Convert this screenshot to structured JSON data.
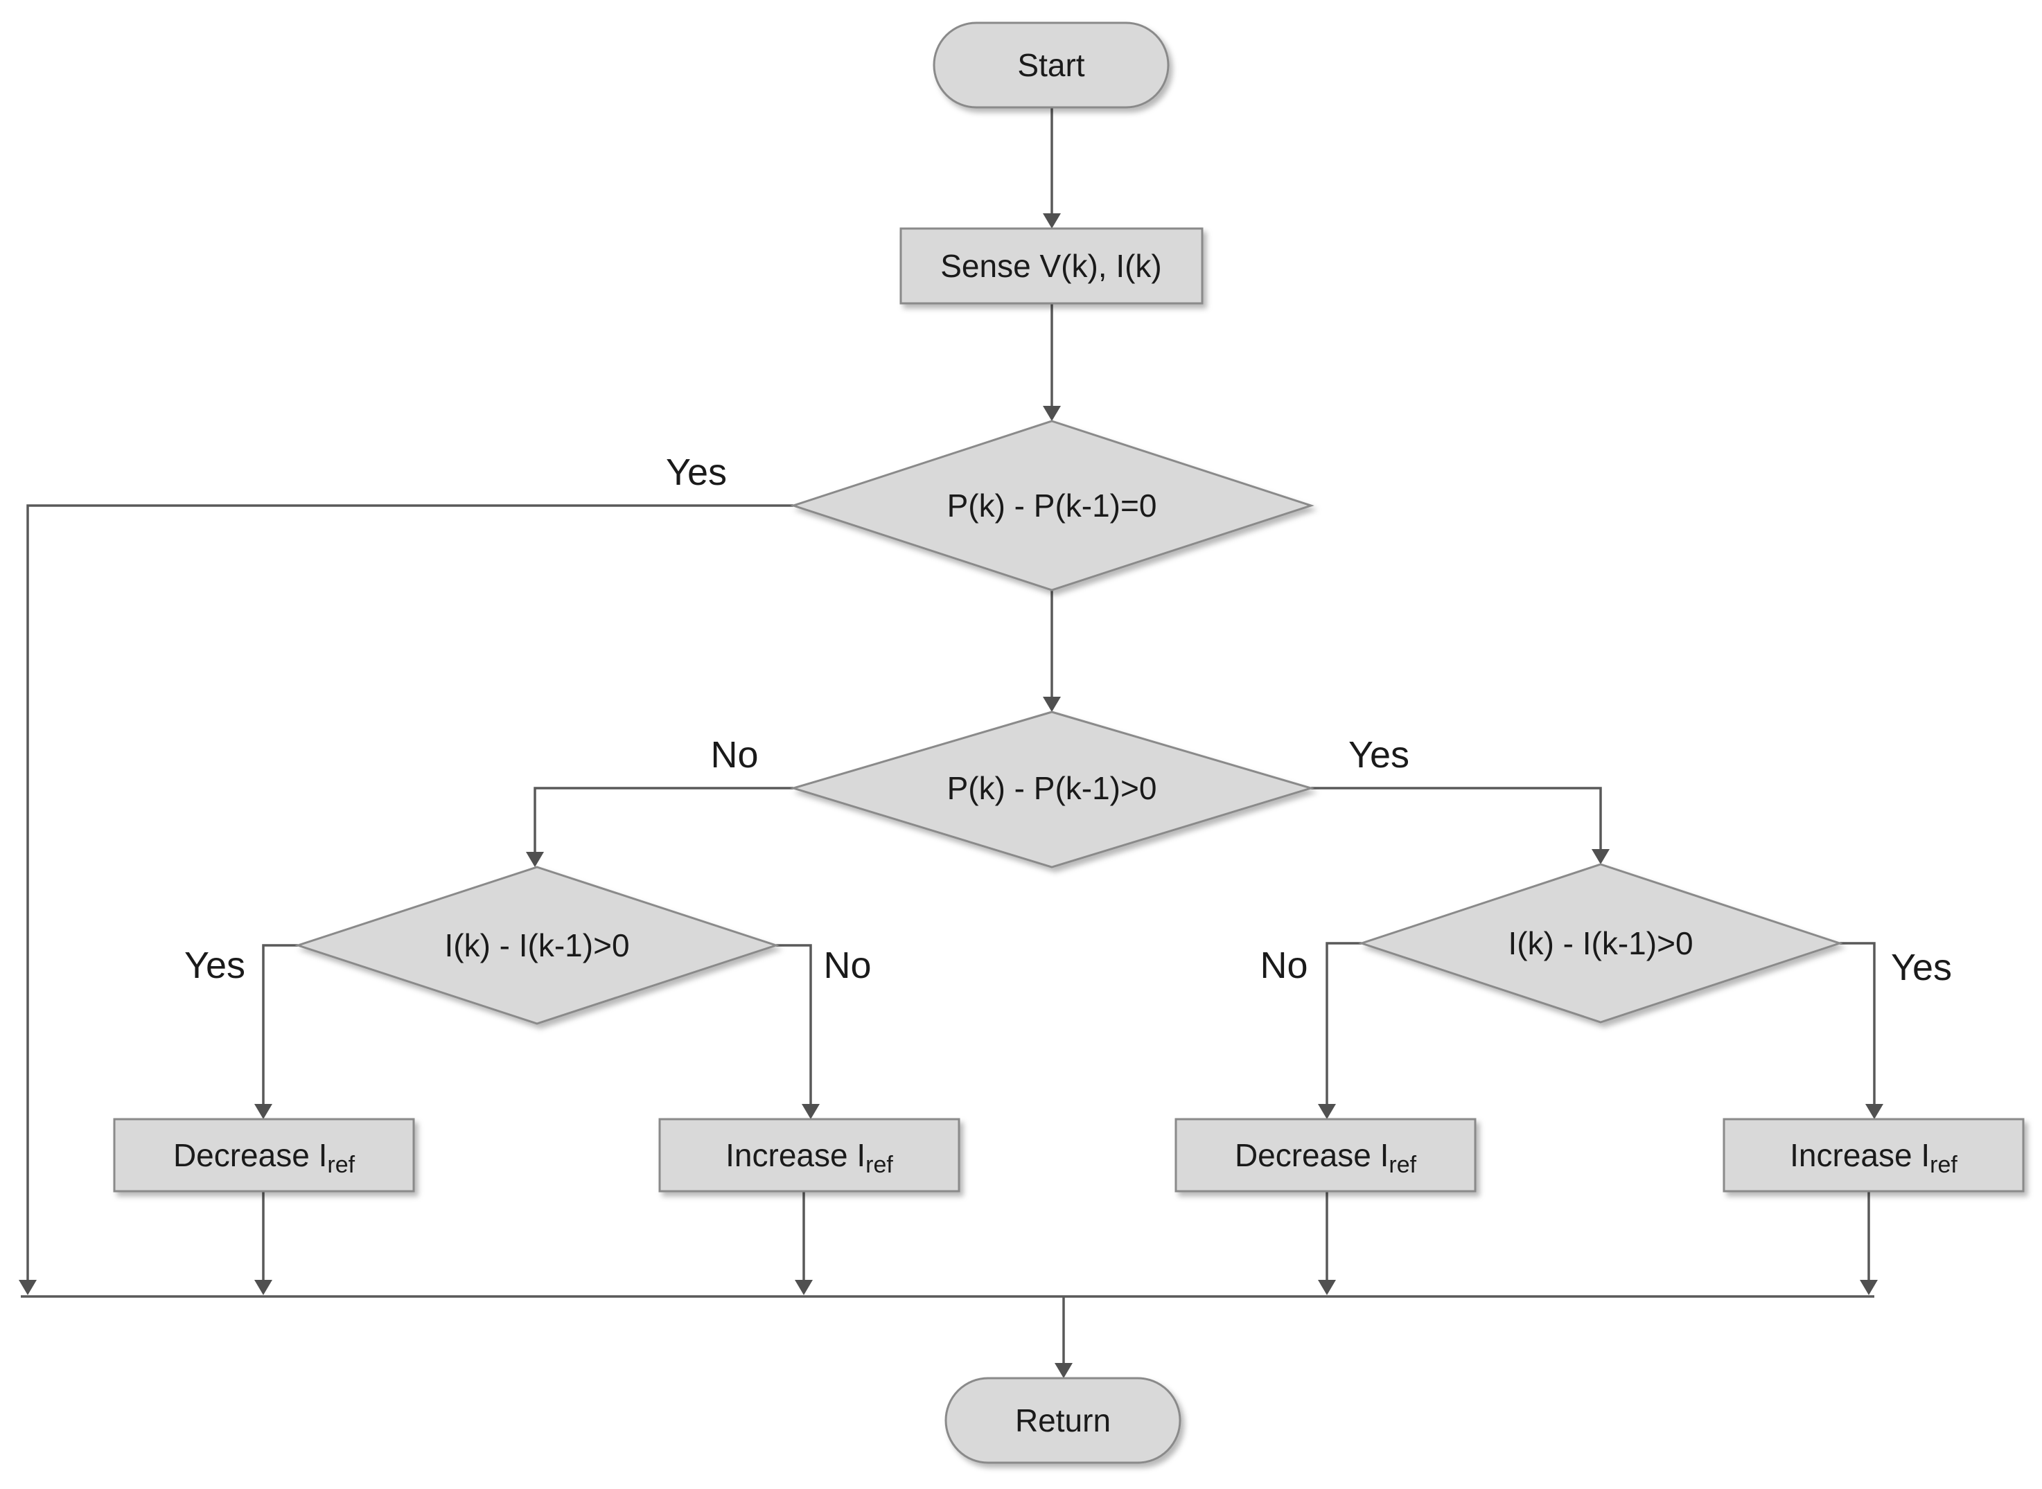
{
  "nodes": {
    "start": "Start",
    "sense": "Sense V(k), I(k)",
    "decision_eq": "P(k) - P(k-1)=0",
    "decision_gt": "P(k) - P(k-1)>0",
    "decision_i_left": "I(k) - I(k-1)>0",
    "decision_i_right": "I(k) - I(k-1)>0",
    "decrease_left": {
      "text": "Decrease I",
      "sub": "ref"
    },
    "increase_left": {
      "text": "Increase I",
      "sub": "ref"
    },
    "decrease_right": {
      "text": "Decrease I",
      "sub": "ref"
    },
    "increase_right": {
      "text": "Increase I",
      "sub": "ref"
    },
    "return": "Return"
  },
  "branch_labels": {
    "eq_yes": "Yes",
    "gt_no": "No",
    "gt_yes": "Yes",
    "left_yes": "Yes",
    "left_no": "No",
    "right_no": "No",
    "right_yes": "Yes"
  },
  "colors": {
    "shape_fill": "#d9d9d9",
    "shape_stroke": "#8a8a8a",
    "line": "#595959",
    "text": "#1a1a1a"
  }
}
